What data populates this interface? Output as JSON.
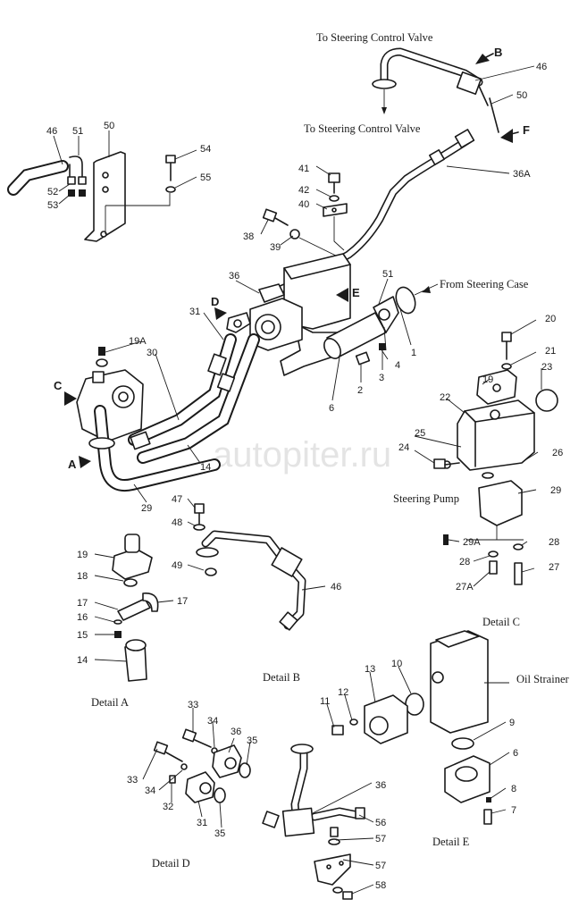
{
  "watermark": "autopiter.ru",
  "captions": {
    "to_steering_control_valve_top": "To Steering Control Valve",
    "to_steering_control_valve_mid": "To Steering Control Valve",
    "from_steering_case": "From Steering Case",
    "steering_pump": "Steering Pump",
    "oil_strainer": "Oil Strainer"
  },
  "details": {
    "a": "Detail A",
    "b": "Detail B",
    "c": "Detail C",
    "d": "Detail D",
    "e": "Detail E"
  },
  "view_letters": {
    "a": "A",
    "b": "B",
    "c": "C",
    "d": "D",
    "e": "E",
    "f": "F"
  },
  "callouts": {
    "p46_left": "46",
    "p51_left": "51",
    "p50_left": "50",
    "p52": "52",
    "p53": "53",
    "p54": "54",
    "p55": "55",
    "p41": "41",
    "p42": "42",
    "p40": "40",
    "p38": "38",
    "p39": "39",
    "p46_top": "46",
    "p50_top": "50",
    "p36a": "36A",
    "p36_main": "36",
    "p51_main": "51",
    "p31_main": "31",
    "p19a": "19A",
    "p30": "30",
    "p14_main": "14",
    "p29_main": "29",
    "p4": "4",
    "p1": "1",
    "p2": "2",
    "p3": "3",
    "p6_main": "6",
    "p20": "20",
    "p21": "21",
    "p19_c": "19",
    "p23": "23",
    "p22": "22",
    "p25": "25",
    "p24": "24",
    "p26": "26",
    "p29_c": "29",
    "p29a": "29A",
    "p28_a": "28",
    "p28_b": "28",
    "p27": "27",
    "p27a": "27A",
    "p47": "47",
    "p48": "48",
    "p49": "49",
    "p46_b": "46",
    "p19_a": "19",
    "p18": "18",
    "p17_a": "17",
    "p17_b": "17",
    "p16": "16",
    "p15": "15",
    "p14_a": "14",
    "p10": "10",
    "p13": "13",
    "p12": "12",
    "p11": "11",
    "p9": "9",
    "p6_e": "6",
    "p8": "8",
    "p7": "7",
    "p33_a": "33",
    "p34_a": "34",
    "p36_d": "36",
    "p35_a": "35",
    "p33_b": "33",
    "p34_b": "34",
    "p32": "32",
    "p31_d": "31",
    "p35_b": "35",
    "p36_e": "36",
    "p56": "56",
    "p57_a": "57",
    "p57_b": "57",
    "p58": "58"
  }
}
